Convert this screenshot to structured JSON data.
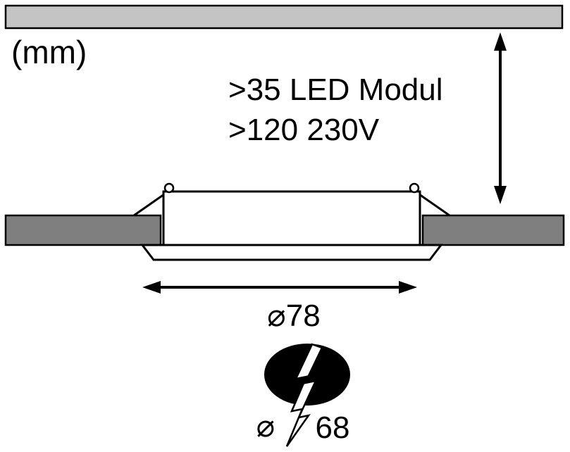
{
  "diagram": {
    "title_hint": "Recessed LED downlight installation dimensions",
    "unit_label": "(mm)",
    "annotations": {
      "depth_line1": ">35 LED Modul",
      "depth_line2": ">120 230V"
    },
    "dimensions": {
      "outer_diameter_label": "⌀78",
      "cutout_symbol": "⌀",
      "cutout_value": "68"
    },
    "icons": {
      "cutout_icon": "lightning-bolt-cutout-icon",
      "depth_arrow": "vertical-double-arrow",
      "diameter_arrow": "horizontal-double-arrow"
    },
    "colors": {
      "ceiling_top_fill": "#c4c4c4",
      "ceiling_side_fill": "#7f7f7f",
      "line": "#000000",
      "luminaire_fill": "#ffffff",
      "cutout_ellipse_fill": "#000000",
      "bolt_fill": "#ffffff",
      "background": "#ffffff"
    }
  }
}
